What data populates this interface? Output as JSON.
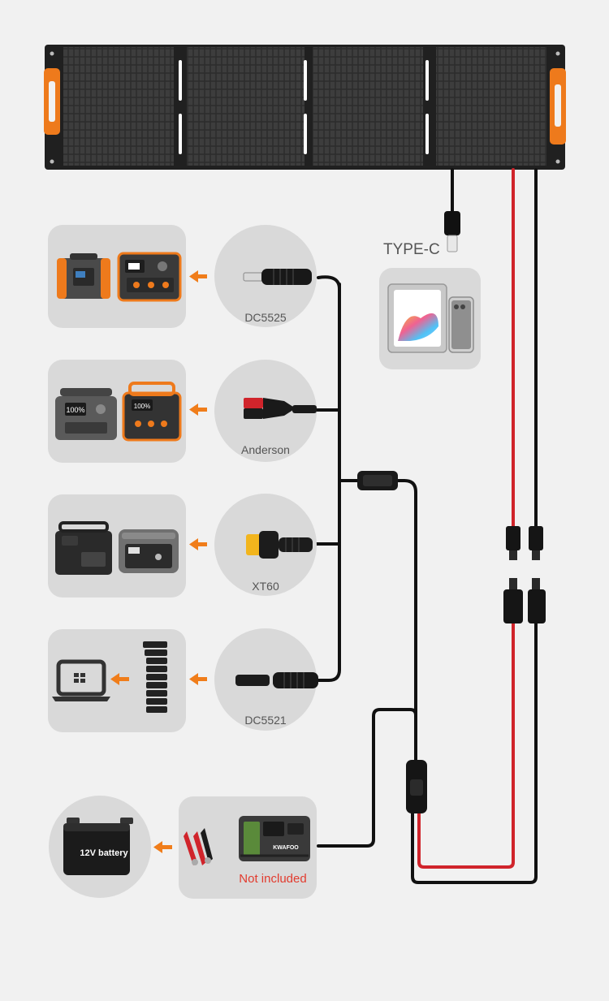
{
  "labels": {
    "type_c": "TYPE-C",
    "dc5525": "DC5525",
    "anderson": "Anderson",
    "xt60": "XT60",
    "dc5521": "DC5521",
    "battery": "12V battery",
    "controller_brand": "KWAFOO",
    "not_included": "Not included",
    "station_a_screen": "100%",
    "station_b_screen": "100%"
  },
  "colors": {
    "background": "#f1f1f1",
    "card": "#d9d9d9",
    "panel": "#2a2a2a",
    "panel_cell": "#3b3b3b",
    "handle": "#ee7a1c",
    "cable_black": "#111111",
    "cable_red": "#d0242b",
    "arrow": "#f07d1a",
    "label_text": "#555555",
    "not_included_text": "#e23b2e"
  }
}
